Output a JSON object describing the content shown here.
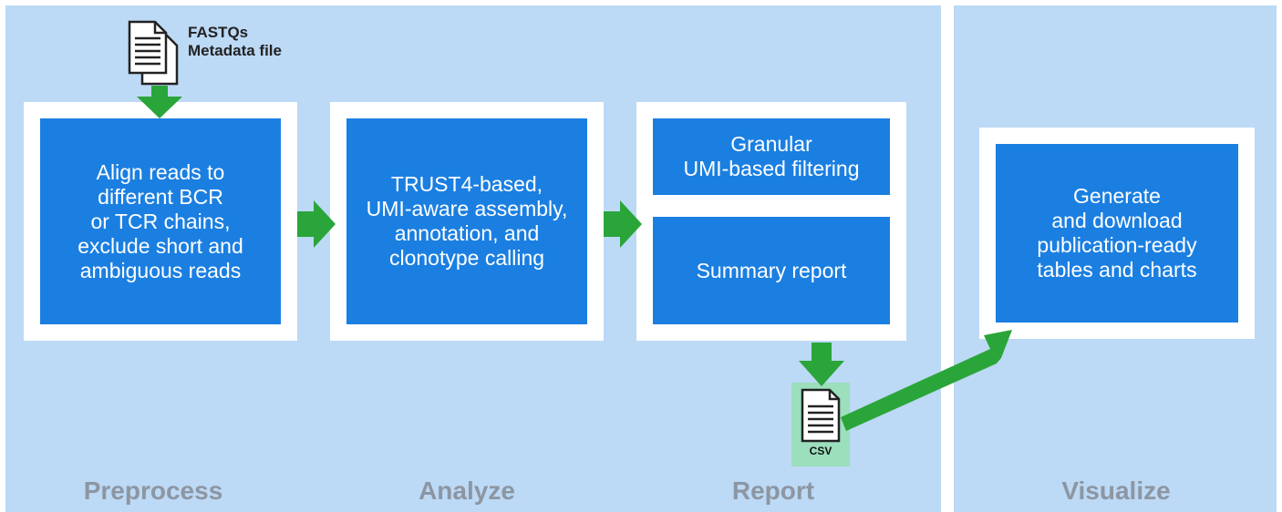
{
  "input": {
    "label": "FASTQs\nMetadata file",
    "icon": "document-stack-icon"
  },
  "boxes": {
    "align": "Align reads to\ndifferent BCR\nor TCR chains,\nexclude short and\nambiguous reads",
    "assembly": "TRUST4-based,\nUMI-aware assembly,\nannotation, and\nclonotype calling",
    "filtering": "Granular\nUMI-based filtering",
    "summary": "Summary report",
    "visualize": "Generate\nand download\npublication-ready\ntables and charts"
  },
  "csv": {
    "label": "CSV",
    "icon": "csv-file-icon"
  },
  "stages": {
    "preprocess": "Preprocess",
    "analyze": "Analyze",
    "report": "Report",
    "visualize": "Visualize"
  },
  "colors": {
    "panel": "#bcd9f5",
    "box": "#1b7fe1",
    "arrow": "#2aa53a",
    "stage_text": "#8c96a2",
    "csv_highlight": "#9bdfbd"
  }
}
